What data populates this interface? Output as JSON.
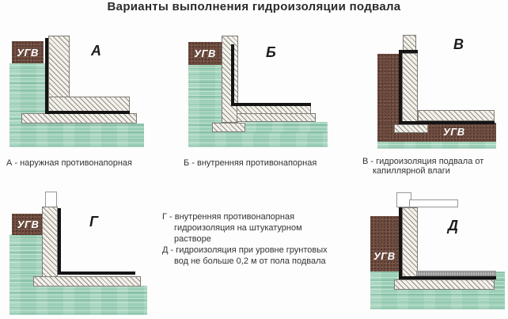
{
  "title": "Варианты выполнения гидроизоляции подвала",
  "groundwater_label": "УГВ",
  "panels": [
    {
      "letter": "А",
      "caption": "А - наружная противонапорная"
    },
    {
      "letter": "Б",
      "caption": "Б - внутренняя противонапорная"
    },
    {
      "letter": "В",
      "caption_line1": "В - гидроизоляция подвала от",
      "caption_line2": "капиллярной влаги"
    },
    {
      "letter": "Г"
    },
    {
      "letter": "Д"
    }
  ],
  "legend": {
    "g_line1": "Г - внутренняя противонапорная",
    "g_line2": "гидроизоляция на штукатурном",
    "g_line3": "растворе",
    "d_line1": "Д - гидроизоляция при уровне грунтовых",
    "d_line2": "вод не больше 0,2 м от пола подвала"
  },
  "colors": {
    "water": "#9bcfb6",
    "soil": "#6e4b3e",
    "membrane": "#141414",
    "concrete_hatch_bg": "#f4f1ea",
    "ugv_text": "#ffffff"
  }
}
